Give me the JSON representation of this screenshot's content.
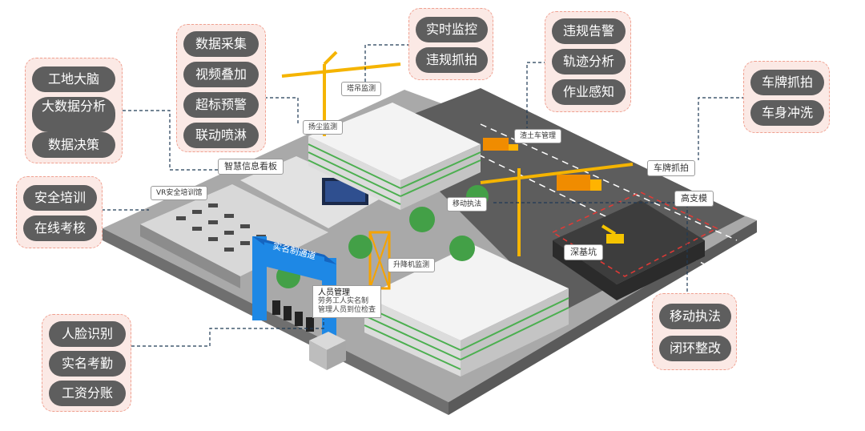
{
  "groups": [
    {
      "id": "brain",
      "items": [
        "工地大脑",
        "大数据分析",
        "数据决策"
      ]
    },
    {
      "id": "data",
      "items": [
        "数据采集",
        "视频叠加",
        "超标预警",
        "联动喷淋"
      ]
    },
    {
      "id": "monitor",
      "items": [
        "实时监控",
        "违规抓拍"
      ]
    },
    {
      "id": "violation",
      "items": [
        "违规告警",
        "轨迹分析",
        "作业感知"
      ]
    },
    {
      "id": "plate",
      "items": [
        "车牌抓拍",
        "车身冲洗"
      ]
    },
    {
      "id": "training",
      "items": [
        "安全培训",
        "在线考核"
      ]
    },
    {
      "id": "face",
      "items": [
        "人脸识别",
        "实名考勤",
        "工资分账"
      ]
    },
    {
      "id": "mobile",
      "items": [
        "移动执法",
        "闭环整改"
      ]
    }
  ],
  "labels": {
    "tower_crane": "塔吊监测",
    "dust": "扬尘监测",
    "smart_board": "智慧信息看板",
    "vr": "VR安全培训馆",
    "muck_truck": "渣土车管理",
    "plate_capture": "车牌抓拍",
    "mobile_enforce": "移动执法",
    "high_formwork": "高支模",
    "deep_pit": "深基坑",
    "hoist": "升降机监测",
    "gate": "实名制通道"
  },
  "personnel": {
    "title": "人员管理",
    "line1": "劳务工人实名制",
    "line2": "管理人员到位检查"
  },
  "colors": {
    "pill_bg": "#5e5e5e",
    "group_bg": "#fbe9e5",
    "group_border": "#f0a090",
    "crane": "#f5b400",
    "gate_blue": "#1e88e5",
    "building_white": "#f3f3f3",
    "ground": "#8a8a8a",
    "tree": "#43a047",
    "leader": "#1f3a55"
  }
}
